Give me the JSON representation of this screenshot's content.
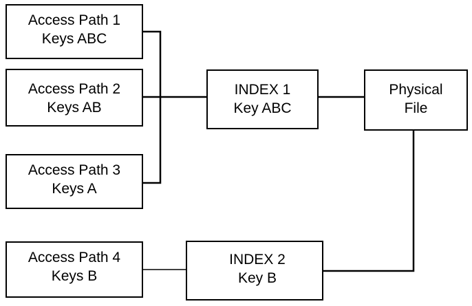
{
  "diagram": {
    "access_path_1": {
      "line1": "Access Path 1",
      "line2": "Keys ABC"
    },
    "access_path_2": {
      "line1": "Access Path 2",
      "line2": "Keys AB"
    },
    "access_path_3": {
      "line1": "Access Path 3",
      "line2": "Keys A"
    },
    "access_path_4": {
      "line1": "Access Path 4",
      "line2": "Keys B"
    },
    "index_1": {
      "line1": "INDEX 1",
      "line2": "Key ABC"
    },
    "index_2": {
      "line1": "INDEX 2",
      "line2": "Key B"
    },
    "physical_file": {
      "line1": "Physical",
      "line2": "File"
    }
  },
  "colors": {
    "stroke": "#000000",
    "fill": "#ffffff"
  }
}
